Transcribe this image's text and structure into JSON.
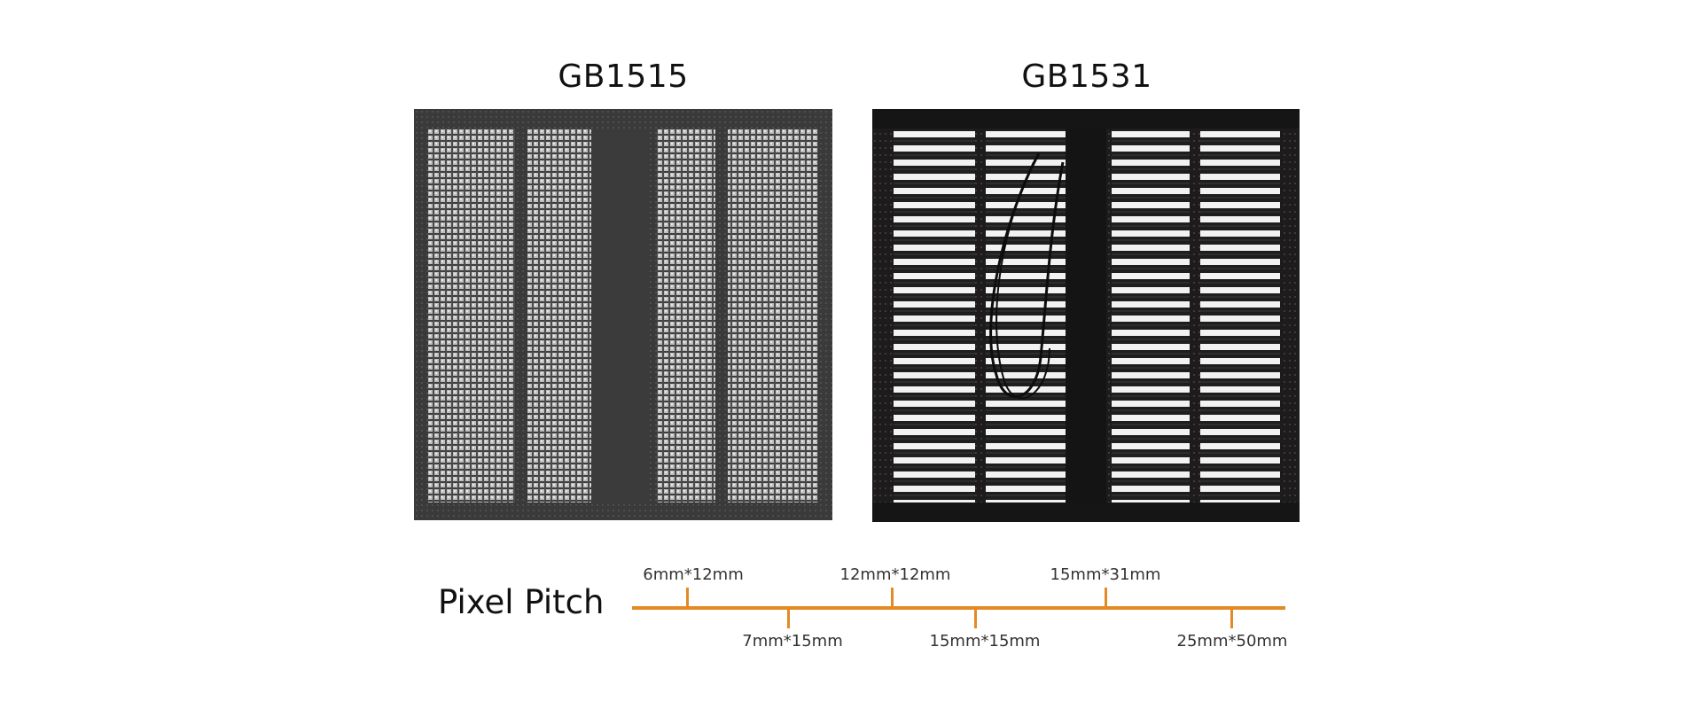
{
  "products": {
    "left": {
      "name": "GB1515"
    },
    "right": {
      "name": "GB1531"
    }
  },
  "pixel_pitch": {
    "label": "Pixel Pitch",
    "accent_color": "#e48a24",
    "marks": [
      {
        "label": "6mm*12mm",
        "side": "up"
      },
      {
        "label": "7mm*15mm",
        "side": "down"
      },
      {
        "label": "12mm*12mm",
        "side": "up"
      },
      {
        "label": "15mm*15mm",
        "side": "down"
      },
      {
        "label": "15mm*31mm",
        "side": "up"
      },
      {
        "label": "25mm*50mm",
        "side": "down"
      }
    ]
  }
}
